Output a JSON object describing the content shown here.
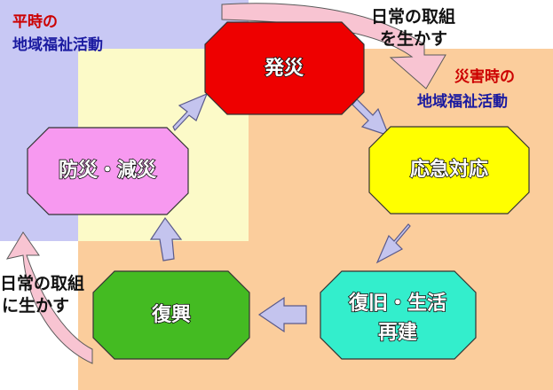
{
  "regions": {
    "normal": {
      "title_line1": "平時の",
      "title_line2": "地域福祉活動",
      "title_color_line1": "#cc0000",
      "title_color_line2": "#1a1aa0"
    },
    "disaster": {
      "title_line1": "災害時の",
      "title_line2": "地域福祉活動",
      "title_color_line1": "#cc0000",
      "title_color_line2": "#1a1aa0"
    }
  },
  "region_colors": {
    "normal": "#c8c8f4",
    "overlap": "#fcfac8",
    "disaster": "#fbcd9c"
  },
  "nodes": {
    "outbreak": {
      "label": "発災",
      "color": "#ee0000"
    },
    "emergency": {
      "label": "応急対応",
      "color": "#ffff00"
    },
    "recovery": {
      "label_line1": "復旧・生活",
      "label_line2": "再建",
      "color": "#33eecc"
    },
    "revival": {
      "label": "復興",
      "color": "#44bb22"
    },
    "prevention": {
      "label": "防災・減災",
      "color": "#f799f0"
    }
  },
  "callouts": {
    "top": {
      "line1": "日常の取組",
      "line2": "を生かす"
    },
    "left": {
      "line1": "日常の取組",
      "line2": "に生かす"
    }
  },
  "colors": {
    "arrow_fill": "#c4c4ee",
    "arrow_stroke": "#5a5a8a",
    "curve_fill": "#f8c4d2",
    "curve_stroke": "#5a5a5a"
  }
}
